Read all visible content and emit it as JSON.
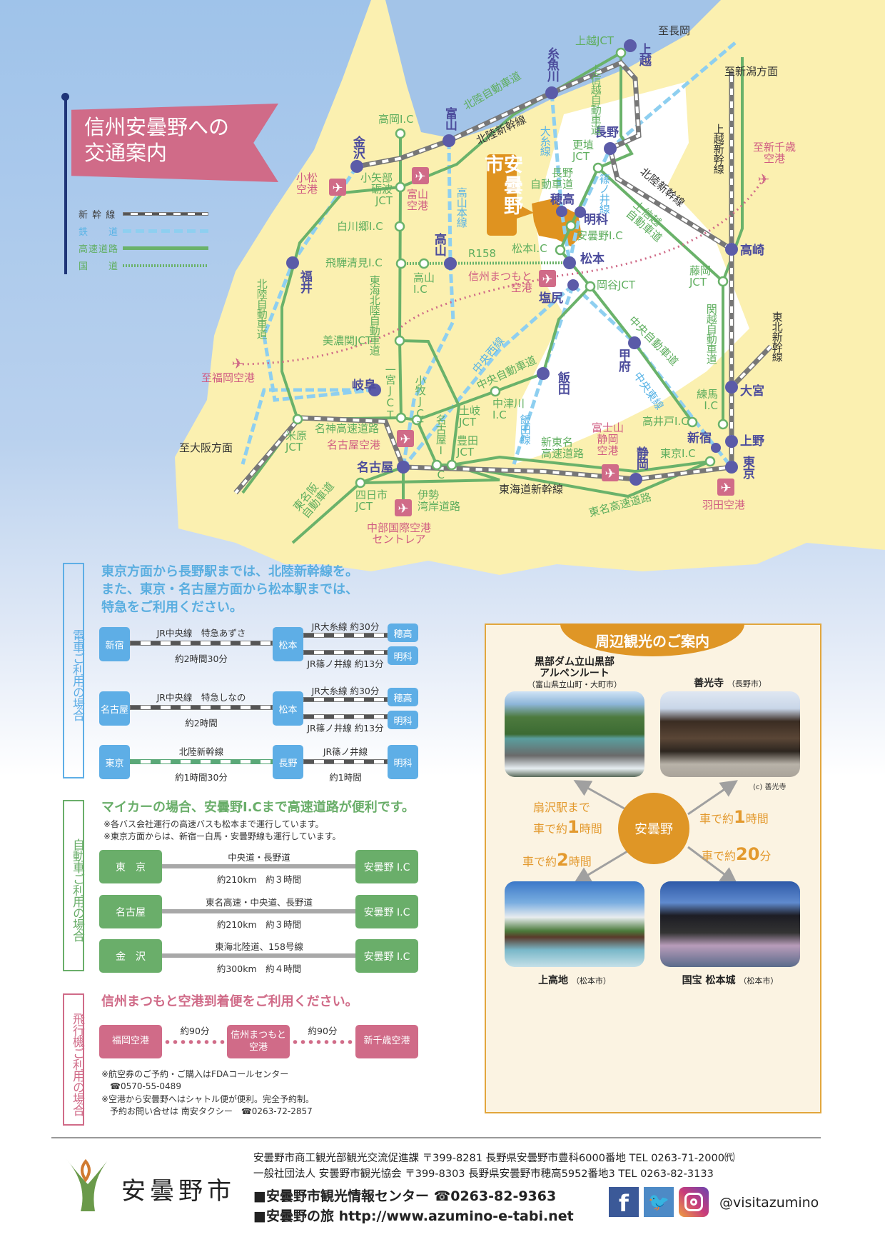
{
  "title": {
    "text": "信州安曇野への\n交通案内"
  },
  "legend": [
    {
      "label": "新 幹 線"
    },
    {
      "label": "鉄　　道"
    },
    {
      "label": "高速道路"
    },
    {
      "label": "国　　道"
    }
  ],
  "colors": {
    "shinkansen": "#555555",
    "rail": "#8ecff0",
    "highway": "#6ab26a",
    "route": "#6ab26a",
    "accent_pink": "#d06b88",
    "accent_orange": "#e39a2f",
    "station": "#5b5ba8"
  },
  "map": {
    "azumino_city": "安曇野市",
    "stations": {
      "kanazawa": "金沢",
      "toyama": "富山",
      "itoigawa": "糸魚川",
      "joetsu": "上越",
      "nagano": "長野",
      "hotaka": "穂高",
      "akashina": "明科",
      "matsumoto": "松本",
      "shiojiri": "塩尻",
      "takayama": "高山",
      "fukui": "福井",
      "takasaki": "高崎",
      "kofu": "甲府",
      "iida": "飯田",
      "gifu": "岐阜",
      "nagoya": "名古屋",
      "shizuoka": "静岡",
      "shinjuku": "新宿",
      "ueno": "上野",
      "omiya": "大宮",
      "tokyo": "東京"
    },
    "roads": {
      "joetsu_jct": "上越JCT",
      "joshinetsu1": "上信越自動車道",
      "hokuriku_exp": "北陸自動車道",
      "takaoka_ic": "高岡I.C",
      "oyabe": "小矢部\n砺波\nJCT",
      "shirakawago": "白川郷I.C",
      "hida_kiyomi": "飛騨清見I.C",
      "tokai_hokuriku": "東海北陸自動車道",
      "takayama_ic": "高山\nI.C",
      "r158": "R158",
      "matsumoto_ic": "松本I.C",
      "azumino_ic": "安曇野I.C",
      "koshoku": "更埴\nJCT",
      "nagano_exp": "長野\n自動車道",
      "joshinetsu2": "上信越\n自動車道",
      "okaya": "岡谷JCT",
      "fujioka": "藤岡\nJCT",
      "kanetsu": "関越自動車道",
      "chuo_exp1": "中央自動車道",
      "nerima": "練馬\nI.C",
      "takaido": "高井戸I.C",
      "tokyo_ic": "東京I.C",
      "minoseki": "美濃関JCT",
      "ichinomiya": "一宮JCT",
      "komaki": "小牧JCT",
      "chuo_exp2": "中央自動車道",
      "nakatsugawa": "中津川\nI.C",
      "toki": "土岐\nJCT",
      "nagoya_ic": "名古屋I.C",
      "toyota": "豊田\nJCT",
      "meishin": "名神高速道路",
      "maibara": "米原\nJCT",
      "shintomei": "新東名\n高速道路",
      "tomeihan": "東名阪\n自動車道",
      "yokkaichi": "四日市\nJCT",
      "isewangan": "伊勢\n湾岸道路",
      "tomei": "東名高速道路",
      "hokuriku_exp2": "北陸自動車道"
    },
    "rails": {
      "oito": "大糸線",
      "takayama_line": "高山本線",
      "shinonoi": "篠ノ井線",
      "chuo_west": "中央西線",
      "iida_line": "飯田線",
      "chuo_east": "中央東線"
    },
    "misc": {
      "to_nagaoka": "至長岡",
      "to_niigata": "至新潟方面",
      "hokuriku_sk1": "北陸新幹線",
      "hokuriku_sk2": "北陸新幹線",
      "joetsu_sk": "上越新幹線",
      "tohoku_sk": "東北新幹線",
      "tokaido_sk": "東海道新幹線",
      "to_osaka": "至大阪方面"
    },
    "airports": {
      "komatsu": "小松\n空港",
      "toyama": "富山\n空港",
      "matsumoto": "信州まつもと\n空港",
      "shinchitose": "至新千歳\n空港",
      "fukuoka": "至福岡空港",
      "nagoya": "名古屋空港",
      "fuji": "富士山\n静岡\n空港",
      "chubu": "中部国際空港\nセントレア",
      "haneda": "羽田空港"
    }
  },
  "train": {
    "side": "電車ご利用の場合",
    "heading": "東京方面から長野駅までは、北陸新幹線を。\nまた、東京・名古屋方面から松本駅までは、\n特急をご利用ください。",
    "rows": [
      {
        "from": "新宿",
        "line": "JR中央線　特急あずさ",
        "time": "約2時間30分",
        "via": "松本",
        "up_line": "JR大糸線 約30分",
        "up_to": "穂高",
        "down_line": "JR篠ノ井線 約13分",
        "down_to": "明科"
      },
      {
        "from": "名古屋",
        "line": "JR中央線　特急しなの",
        "time": "約2時間",
        "via": "松本",
        "up_line": "JR大糸線 約30分",
        "up_to": "穂高",
        "down_line": "JR篠ノ井線 約13分",
        "down_to": "明科"
      },
      {
        "from": "東京",
        "line": "北陸新幹線",
        "time": "約1時間30分",
        "via": "長野",
        "line2": "JR篠ノ井線",
        "time2": "約1時間",
        "to": "明科"
      }
    ]
  },
  "car": {
    "side": "自動車ご利用の場合",
    "heading": "マイカーの場合、安曇野I.Cまで高速道路が便利です。",
    "notes": "※各バス会社運行の高速バスも松本まで運行しています。\n※東京方面からは、新宿ー白馬・安曇野線も運行しています。",
    "rows": [
      {
        "from": "東　京",
        "route": "中央道・長野道",
        "detail": "約210km　約３時間",
        "to": "安曇野 I.C"
      },
      {
        "from": "名古屋",
        "route": "東名高速・中央道、長野道",
        "detail": "約210km　約３時間",
        "to": "安曇野 I.C"
      },
      {
        "from": "金　沢",
        "route": "東海北陸道、158号線",
        "detail": "約300km　約４時間",
        "to": "安曇野 I.C"
      }
    ]
  },
  "air": {
    "side": "飛行機ご利用の場合",
    "heading": "信州まつもと空港到着便をご利用ください。",
    "from": "福岡空港",
    "time1": "約90分",
    "mid": "信州まつもと\n空港",
    "time2": "約90分",
    "to": "新千歳空港",
    "notes": "※航空券のご予約・ご購入はFDAコールセンター\n　☎0570-55-0489\n※空港から安曇野へはシャトル便が便利。完全予約制。\n　予約お問い合せは 南安タクシー　☎0263-72-2857"
  },
  "sightseeing": {
    "title": "周辺観光のご案内",
    "center": "安曇野",
    "spots": [
      {
        "name": "黒部ダム立山黒部\nアルペンルート",
        "place": "（富山県立山町・大町市）",
        "time_pre": "扇沢駅まで\n車で約",
        "time_num": "1",
        "time_post": "時間"
      },
      {
        "name": "善光寺",
        "place": "（長野市）",
        "credit": "(c) 善光寺",
        "time_pre": "車で約",
        "time_num": "1",
        "time_post": "時間"
      },
      {
        "name": "上高地",
        "place": "（松本市）",
        "time_pre": "車で約",
        "time_num": "2",
        "time_post": "時間"
      },
      {
        "name": "国宝 松本城",
        "place": "（松本市）",
        "time_pre": "車で約",
        "time_num": "20",
        "time_post": "分"
      }
    ]
  },
  "footer": {
    "logo_text": "安曇野市",
    "line1": "安曇野市商工観光部観光交流促進課 〒399-8281 長野県安曇野市豊科6000番地 TEL 0263-71-2000㈹",
    "line2": "一般社団法人 安曇野市観光協会 〒399-8303 長野県安曇野市穂高5952番地3 TEL 0263-82-3133",
    "center": "■安曇野市観光情報センター ☎0263-82-9363",
    "web": "■安曇野の旅 http://www.azumino-e-tabi.net",
    "social_handle": "@visitazumino"
  }
}
